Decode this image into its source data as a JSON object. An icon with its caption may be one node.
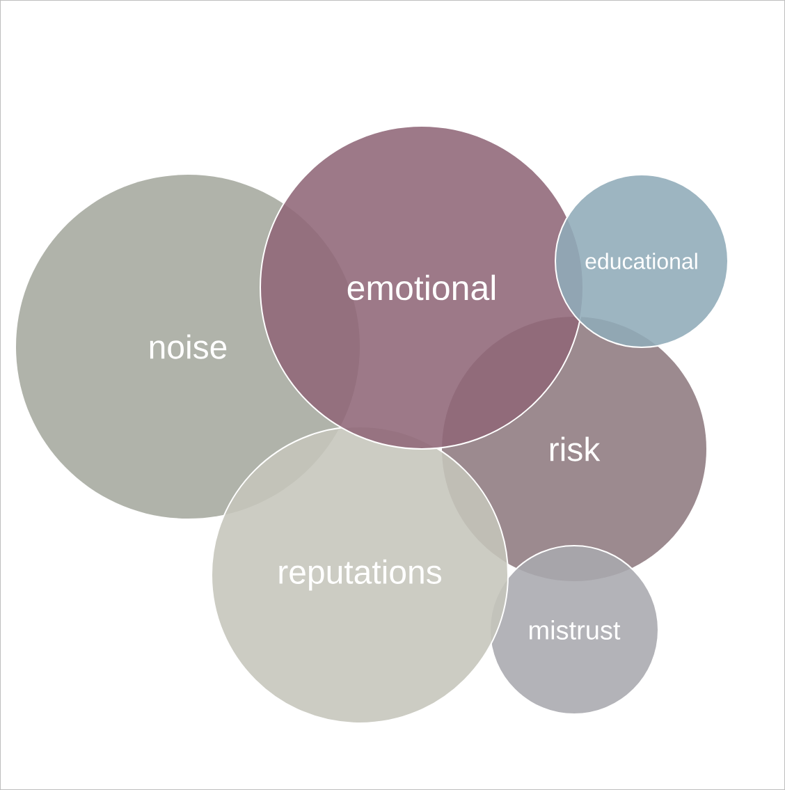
{
  "diagram": {
    "nodes": [
      {
        "text": [
          "emotional"
        ]
      },
      {
        "text": [
          "educational"
        ]
      },
      {
        "text": [
          "noise"
        ]
      },
      {
        "text": [
          "risk"
        ]
      },
      {
        "text": [
          "reputations"
        ]
      },
      {
        "text": [
          "mistrust"
        ]
      }
    ]
  }
}
